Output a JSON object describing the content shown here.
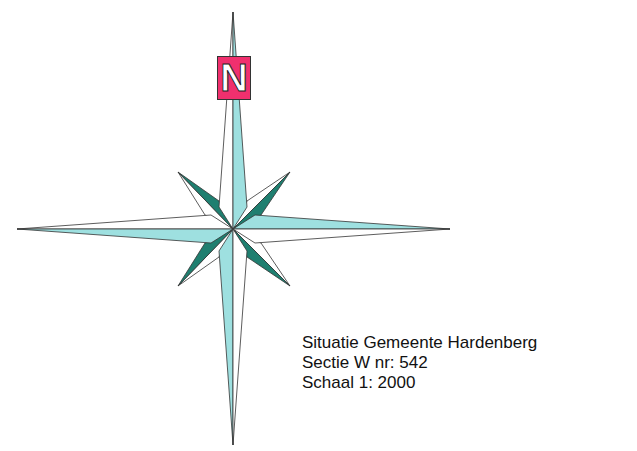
{
  "diagram": {
    "nodes": [
      {
        "text": [
          "N"
        ]
      }
    ],
    "labels": [
      "Situatie Gemeente Hardenberg",
      "Sectie W nr: 542",
      "Schaal 1: 2000"
    ]
  }
}
